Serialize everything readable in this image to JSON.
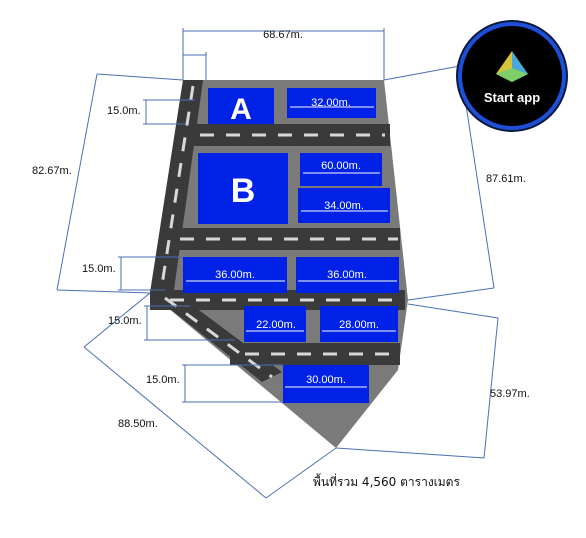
{
  "plots": {
    "a": {
      "letter": "A",
      "width": "32.00m."
    },
    "b": {
      "letter": "B",
      "width_1": "60.00m.",
      "width_2": "34.00m."
    },
    "row3": {
      "left": "36.00m.",
      "right": "36.00m."
    },
    "row4": {
      "left": "22.00m.",
      "right": "28.00m."
    },
    "row5": {
      "width": "30.00m."
    }
  },
  "dimensions": {
    "top": "68.67m.",
    "left": "82.67m.",
    "right": "87.61m.",
    "lower_right": "53.97m.",
    "lower_left": "88.50m.",
    "road_1": "15.0m.",
    "road_2": "15.0m.",
    "road_3": "15.0m.",
    "road_4": "15.0m."
  },
  "total_area": "พื้นที่รวม 4,560 ตารางเมตร",
  "start_app": {
    "label": "Start app",
    "icon": "pyramid-icon"
  },
  "colors": {
    "plot": "#0022e6",
    "land": "#7a7a7a",
    "road": "#3a3a3a",
    "line": "#4a6fb5"
  }
}
